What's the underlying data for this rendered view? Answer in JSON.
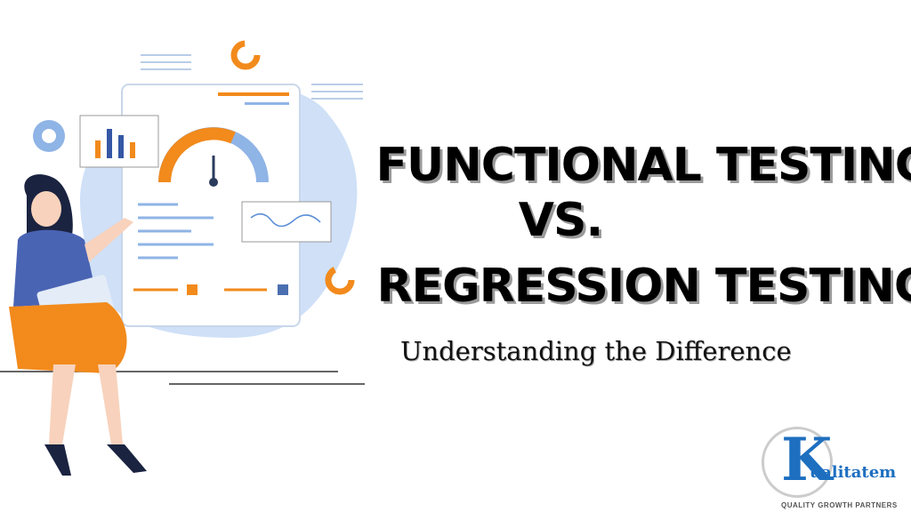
{
  "title": {
    "line1": "FUNCTIONAL TESTING",
    "line2": "VS.",
    "line3": "REGRESSION TESTING",
    "subtitle": "Understanding the Difference"
  },
  "logo": {
    "letter": "K",
    "word": "ualitatem",
    "tagline": "QUALITY GROWTH PARTNERS",
    "brand_color": "#1e6fc0"
  },
  "colors": {
    "accent_blue": "#5b8fd6",
    "accent_orange": "#f28a1c",
    "blob_blue": "#cfe0f7"
  }
}
